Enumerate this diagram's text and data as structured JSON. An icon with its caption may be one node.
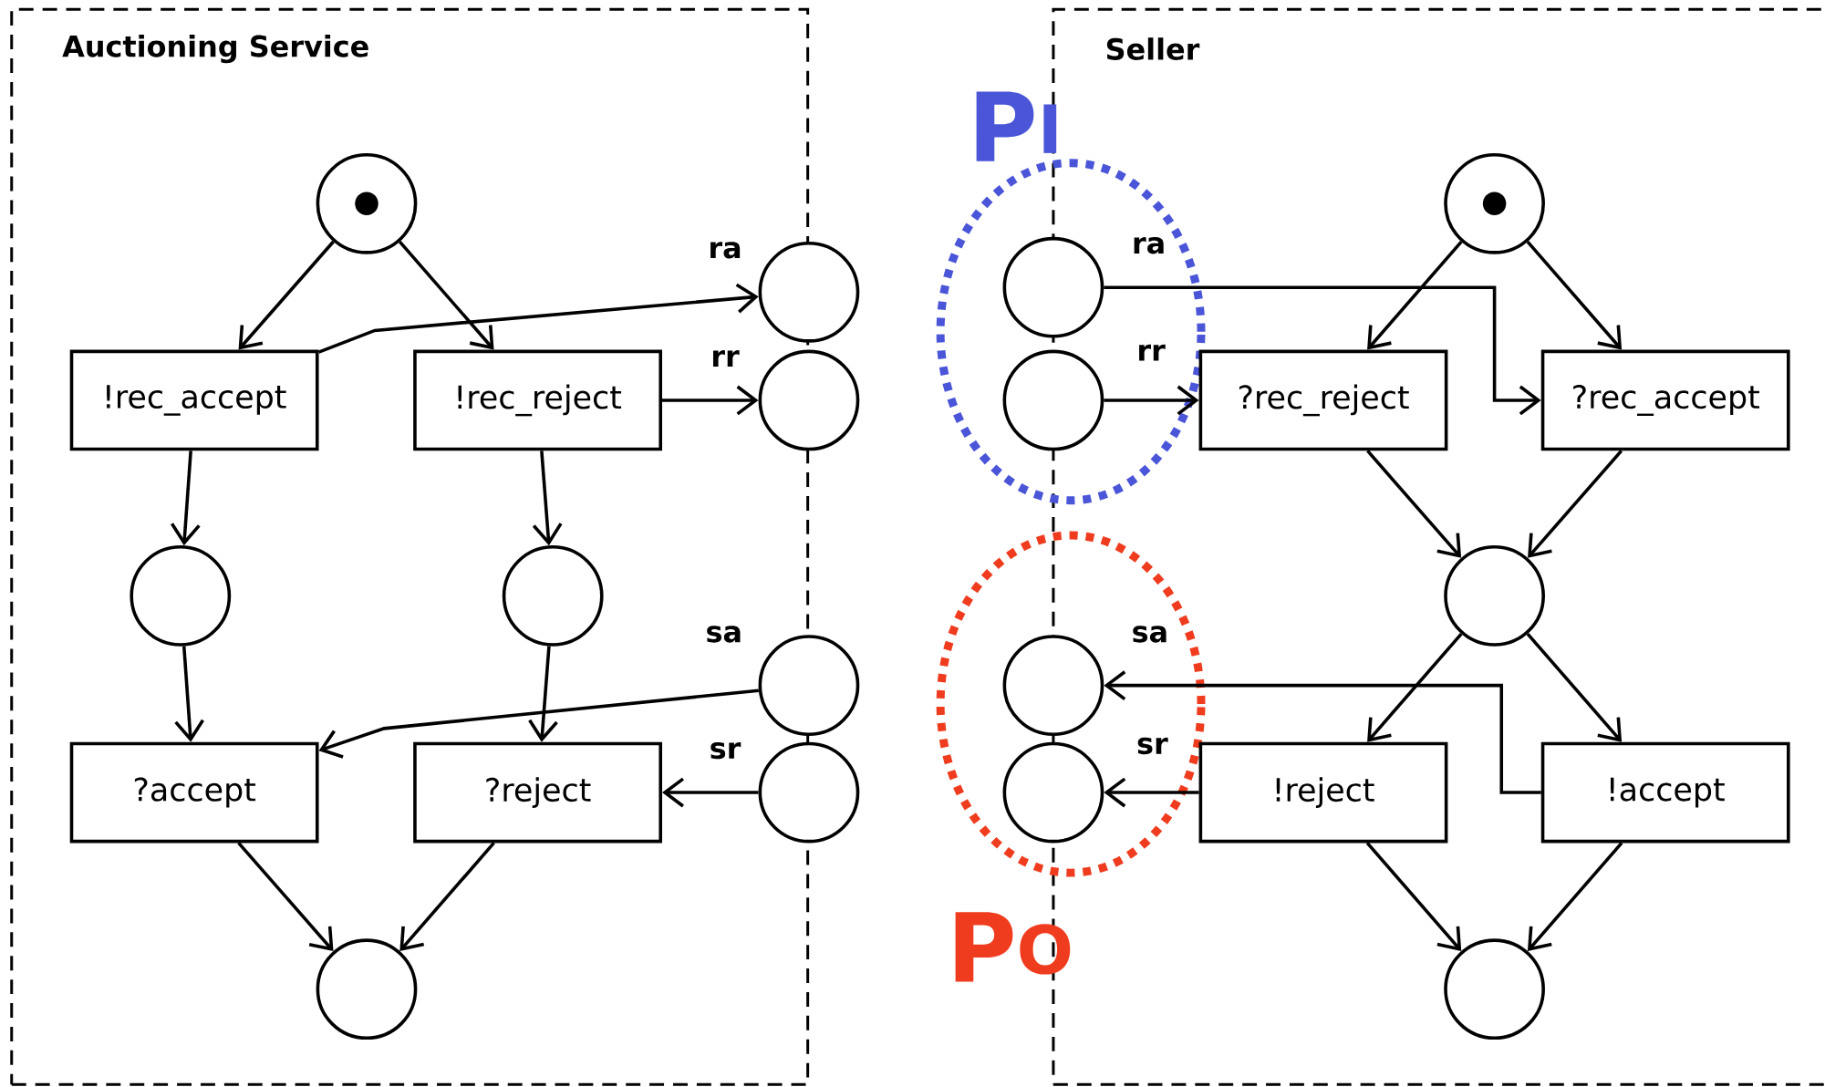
{
  "diagram": {
    "nodes": [
      {
        "text": [
          "Auctioning Service"
        ]
      },
      {
        "text": [
          "Seller"
        ]
      },
      {
        "text": [
          "P$^{I}$"
        ]
      },
      {
        "text": [
          "P$^{O}$"
        ]
      },
      {
        "text": [],
        "shape": "circle",
        "in": 0
      },
      {
        "text": [
          "!rec_accept"
        ],
        "in": 0
      },
      {
        "text": [
          "!rec_reject"
        ],
        "in": 0
      },
      {
        "text": [],
        "shape": "circle",
        "in": 0
      },
      {
        "text": [],
        "shape": "circle",
        "in": 0
      },
      {
        "text": [
          "?accept"
        ],
        "in": 0
      },
      {
        "text": [
          "?reject"
        ],
        "in": 0
      },
      {
        "text": [],
        "shape": "circle",
        "in": 0
      },
      {
        "text": [],
        "shape": "circle",
        "beside": [
          "ra"
        ]
      },
      {
        "text": [],
        "shape": "circle",
        "beside": [
          "rr"
        ]
      },
      {
        "text": [],
        "shape": "circle",
        "beside": [
          "sa"
        ]
      },
      {
        "text": [],
        "shape": "circle",
        "beside": [
          "sr"
        ]
      },
      {
        "text": [],
        "shape": "circle",
        "in": 1
      },
      {
        "text": [
          "?rec_reject"
        ],
        "in": 1
      },
      {
        "text": [
          "?rec_accept"
        ],
        "in": 1
      },
      {
        "text": [],
        "shape": "circle",
        "in": 1
      },
      {
        "text": [
          "!reject"
        ],
        "in": 1
      },
      {
        "text": [
          "!accept"
        ],
        "in": 1
      },
      {
        "text": [],
        "shape": "circle",
        "in": 1
      },
      {
        "text": [],
        "shape": "circle",
        "in": 2,
        "beside": [
          "ra"
        ]
      },
      {
        "text": [],
        "shape": "circle",
        "in": 2,
        "beside": [
          "rr"
        ]
      },
      {
        "text": [],
        "shape": "circle",
        "in": 3,
        "beside": [
          "sa"
        ]
      },
      {
        "text": [],
        "shape": "circle",
        "in": 3,
        "beside": [
          "sr"
        ]
      }
    ],
    "edges": [
      {
        "from": 4,
        "to": 5,
        "arrow": "to"
      },
      {
        "from": 4,
        "to": 6,
        "arrow": "to"
      },
      {
        "from": 5,
        "to": 12,
        "arrow": "to"
      },
      {
        "from": 6,
        "to": 13,
        "arrow": "to"
      },
      {
        "from": 5,
        "to": 7,
        "arrow": "to"
      },
      {
        "from": 6,
        "to": 8,
        "arrow": "to"
      },
      {
        "from": 14,
        "to": 9,
        "arrow": "to"
      },
      {
        "from": 15,
        "to": 10,
        "arrow": "to"
      },
      {
        "from": 7,
        "to": 9,
        "arrow": "to"
      },
      {
        "from": 8,
        "to": 10,
        "arrow": "to"
      },
      {
        "from": 9,
        "to": 11,
        "arrow": "to"
      },
      {
        "from": 10,
        "to": 11,
        "arrow": "to"
      },
      {
        "from": 16,
        "to": 17,
        "arrow": "to"
      },
      {
        "from": 16,
        "to": 18,
        "arrow": "to"
      },
      {
        "from": 23,
        "to": 18,
        "arrow": "to"
      },
      {
        "from": 24,
        "to": 17,
        "arrow": "to"
      },
      {
        "from": 17,
        "to": 19,
        "arrow": "to"
      },
      {
        "from": 18,
        "to": 19,
        "arrow": "to"
      },
      {
        "from": 19,
        "to": 20,
        "arrow": "to"
      },
      {
        "from": 19,
        "to": 21,
        "arrow": "to"
      },
      {
        "from": 21,
        "to": 25,
        "arrow": "to"
      },
      {
        "from": 20,
        "to": 26,
        "arrow": "to"
      },
      {
        "from": 20,
        "to": 22,
        "arrow": "to"
      },
      {
        "from": 21,
        "to": 22,
        "arrow": "to"
      }
    ]
  }
}
